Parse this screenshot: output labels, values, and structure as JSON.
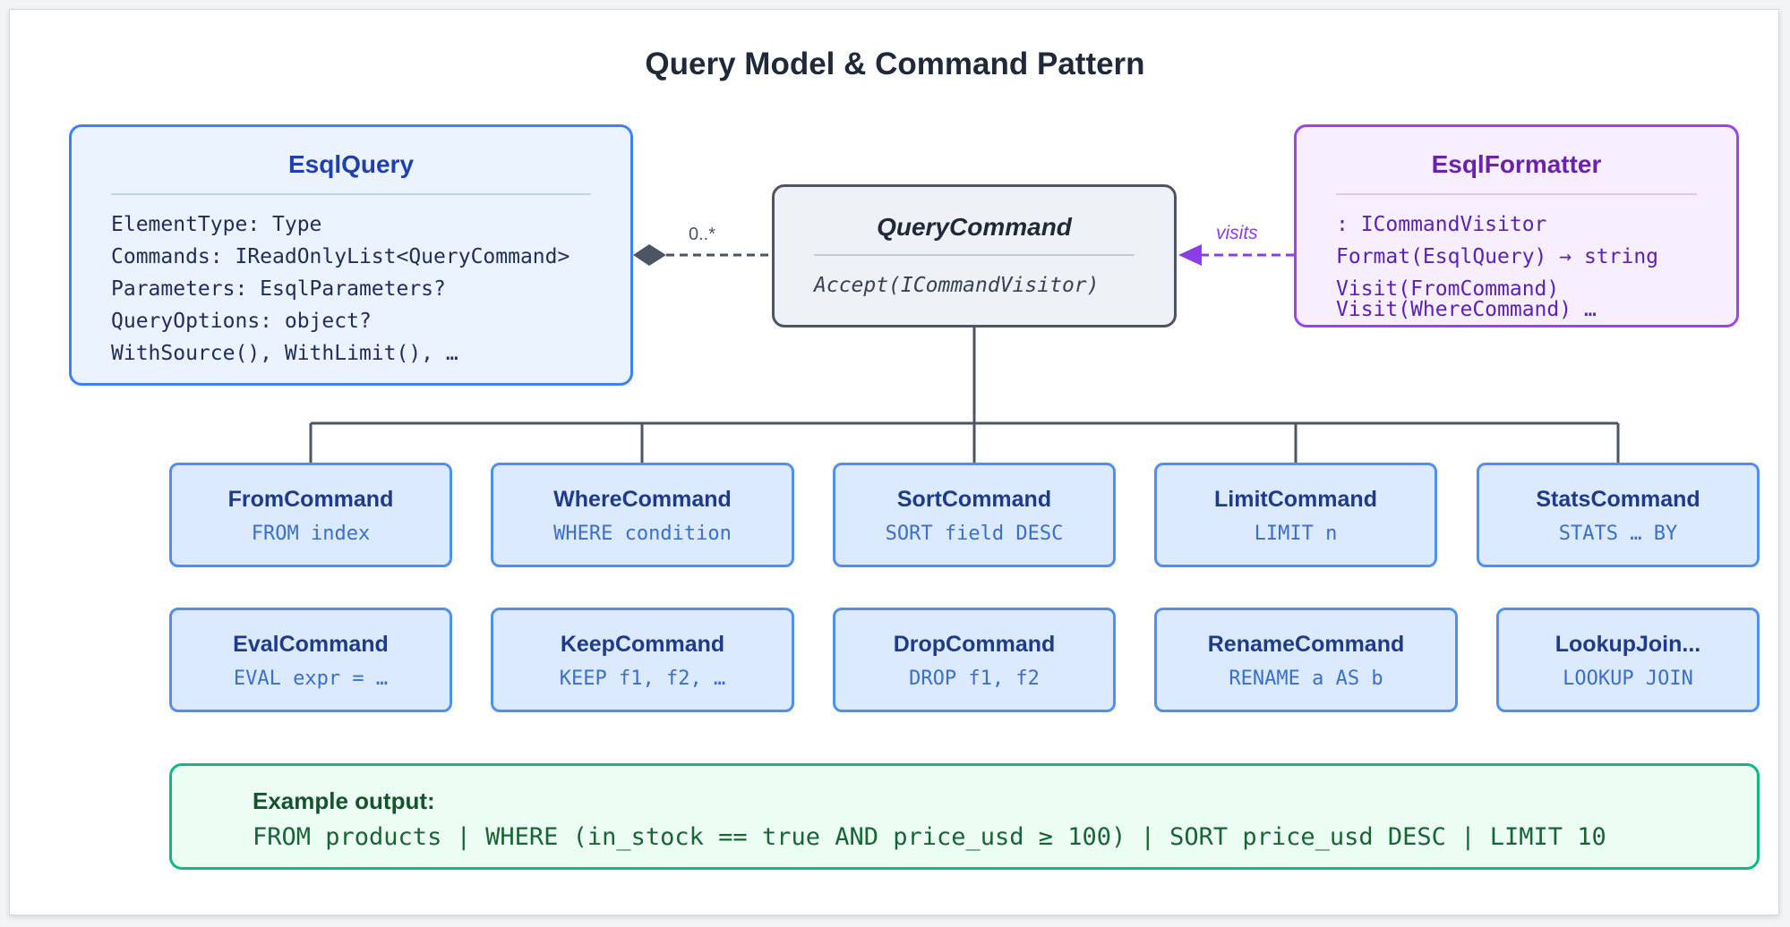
{
  "title": "Query Model & Command Pattern",
  "esql_query": {
    "name": "EsqlQuery",
    "members": [
      "ElementType: Type",
      "Commands: IReadOnlyList<QueryCommand>",
      "Parameters: EsqlParameters?",
      "QueryOptions: object?",
      "WithSource(), WithLimit(), …"
    ]
  },
  "query_command": {
    "name": "QueryCommand",
    "members": [
      "Accept(ICommandVisitor)"
    ]
  },
  "esql_formatter": {
    "name": "EsqlFormatter",
    "members": [
      ": ICommandVisitor",
      "Format(EsqlQuery) → string",
      "Visit(FromCommand)",
      "Visit(WhereCommand) …"
    ]
  },
  "composition_label": "0..*",
  "visits_label": "visits",
  "commands_row1": [
    {
      "name": "FromCommand",
      "syntax": "FROM index"
    },
    {
      "name": "WhereCommand",
      "syntax": "WHERE condition"
    },
    {
      "name": "SortCommand",
      "syntax": "SORT field DESC"
    },
    {
      "name": "LimitCommand",
      "syntax": "LIMIT n"
    },
    {
      "name": "StatsCommand",
      "syntax": "STATS … BY"
    }
  ],
  "commands_row2": [
    {
      "name": "EvalCommand",
      "syntax": "EVAL expr = …"
    },
    {
      "name": "KeepCommand",
      "syntax": "KEEP f1, f2, …"
    },
    {
      "name": "DropCommand",
      "syntax": "DROP f1, f2"
    },
    {
      "name": "RenameCommand",
      "syntax": "RENAME a AS b"
    },
    {
      "name": "LookupJoin...",
      "syntax": "LOOKUP JOIN"
    }
  ],
  "example": {
    "label": "Example output:",
    "code": "FROM products | WHERE (in_stock == true AND price_usd ≥ 100) | SORT price_usd DESC | LIMIT 10"
  },
  "colors": {
    "blue_border": "#3b82f6",
    "purple_border": "#9a44f0",
    "gray_border": "#4b5563",
    "green_border": "#10b981"
  }
}
